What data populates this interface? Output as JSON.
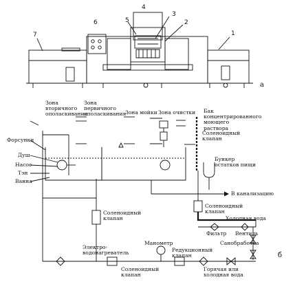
{
  "figure": {
    "part_labels": [
      "а",
      "б"
    ],
    "machine_numbers": [
      "1",
      "2",
      "3",
      "4",
      "5",
      "6",
      "7"
    ],
    "zones": {
      "secondary_rinse": "Зона вторичного ополаскивания",
      "primary_rinse": "Зона первичного ополаскивания",
      "wash": "Зона мойки",
      "cleaning": "Зона очистки",
      "detergent_tank": "Бак концентрированного моющего раствора"
    },
    "labels": {
      "nozzles": "Форсунки",
      "shower": "Душ",
      "pump": "Насос",
      "heater": "Тэн",
      "bath": "Ванна",
      "solenoid_valve_top": "Соленоидный клапан",
      "food_waste_bunker": "Бункер остатков пищи",
      "to_sewer": "В канализацию",
      "solenoid_valve_mid": "Соленоидный клапан",
      "solenoid_valve_left": "Соленоидный клапан",
      "cold_water": "Холодная вода",
      "filter": "Фильтр",
      "valve": "Вентиль",
      "plumbing": "Санобработка",
      "water_heater": "Электро-водонагреватель",
      "manometer": "Манометр",
      "reducing_valve": "Редукционный клапан",
      "solenoid_valve_bottom": "Соленоидный клапан",
      "hot_or_cold_water": "Горячая или холодная вода"
    }
  }
}
